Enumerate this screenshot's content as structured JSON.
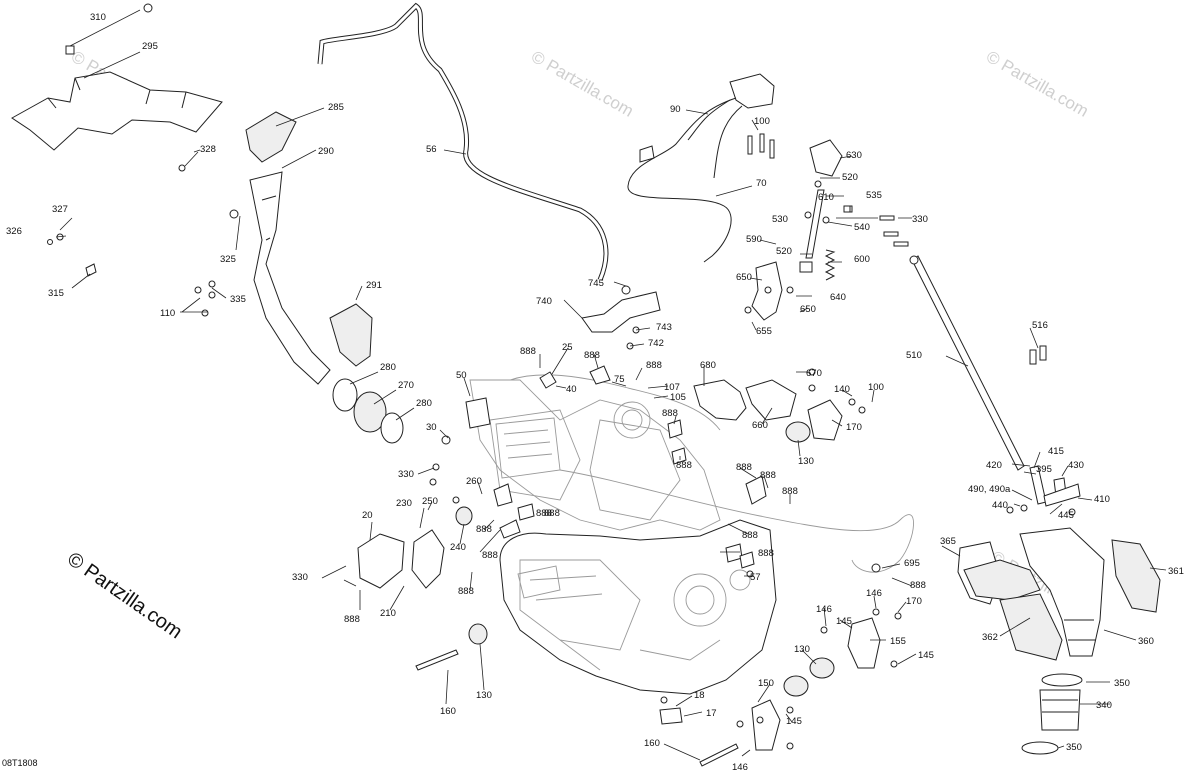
{
  "diagram_code": "08T1808",
  "copyright": "© Partzilla.com",
  "watermark": "© Partzilla.com",
  "callouts": {
    "c310": "310",
    "c295": "295",
    "c328": "328",
    "c285": "285",
    "c290": "290",
    "c327": "327",
    "c326": "326",
    "c325": "325",
    "c315": "315",
    "c335": "335",
    "c110": "110",
    "c291": "291",
    "c280a": "280",
    "c270": "270",
    "c280b": "280",
    "c56": "56",
    "c90": "90",
    "c100a": "100",
    "c630": "630",
    "c70": "70",
    "c520a": "520",
    "c610": "610",
    "c535": "535",
    "c530": "530",
    "c540": "540",
    "c330a": "330",
    "c590": "590",
    "c520b": "520",
    "c600": "600",
    "c650a": "650",
    "c640": "640",
    "c650b": "650",
    "c655": "655",
    "c745": "745",
    "c740": "740",
    "c743": "743",
    "c742": "742",
    "c888a": "888",
    "c25": "25",
    "c888b": "888",
    "c888c": "888",
    "c40": "40",
    "c75": "75",
    "c107": "107",
    "c105": "105",
    "c680": "680",
    "c670": "670",
    "c50": "50",
    "c140": "140",
    "c100b": "100",
    "c660": "660",
    "c170a": "170",
    "c30": "30",
    "c888d": "888",
    "c130a": "130",
    "c888e": "888",
    "c330b": "330",
    "c260": "260",
    "c888f": "888",
    "c888g": "888",
    "c888h": "888",
    "c250": "250",
    "c230": "230",
    "c20": "20",
    "c888i": "888",
    "c240": "240",
    "c888j": "888",
    "c888k": "888",
    "c888l": "888",
    "c888m": "888",
    "c888n": "888",
    "c330c": "330",
    "c888o": "888",
    "c210": "210",
    "c888p": "888",
    "c510": "510",
    "c516": "516",
    "c420": "420",
    "c415": "415",
    "c430": "430",
    "c395": "395",
    "c490": "490, 490a",
    "c440": "440",
    "c445": "445",
    "c410": "410",
    "c365": "365",
    "c695": "695",
    "c888q": "888",
    "c57": "57",
    "c361": "361",
    "c146a": "146",
    "c146b": "146",
    "c170b": "170",
    "c145a": "145",
    "c155": "155",
    "c362": "362",
    "c360": "360",
    "c130b": "130",
    "c145b": "145",
    "c160a": "160",
    "c130c": "130",
    "c150": "150",
    "c18": "18",
    "c17": "17",
    "c145c": "145",
    "c350a": "350",
    "c340": "340",
    "c160b": "160",
    "c146c": "146",
    "c350b": "350"
  }
}
